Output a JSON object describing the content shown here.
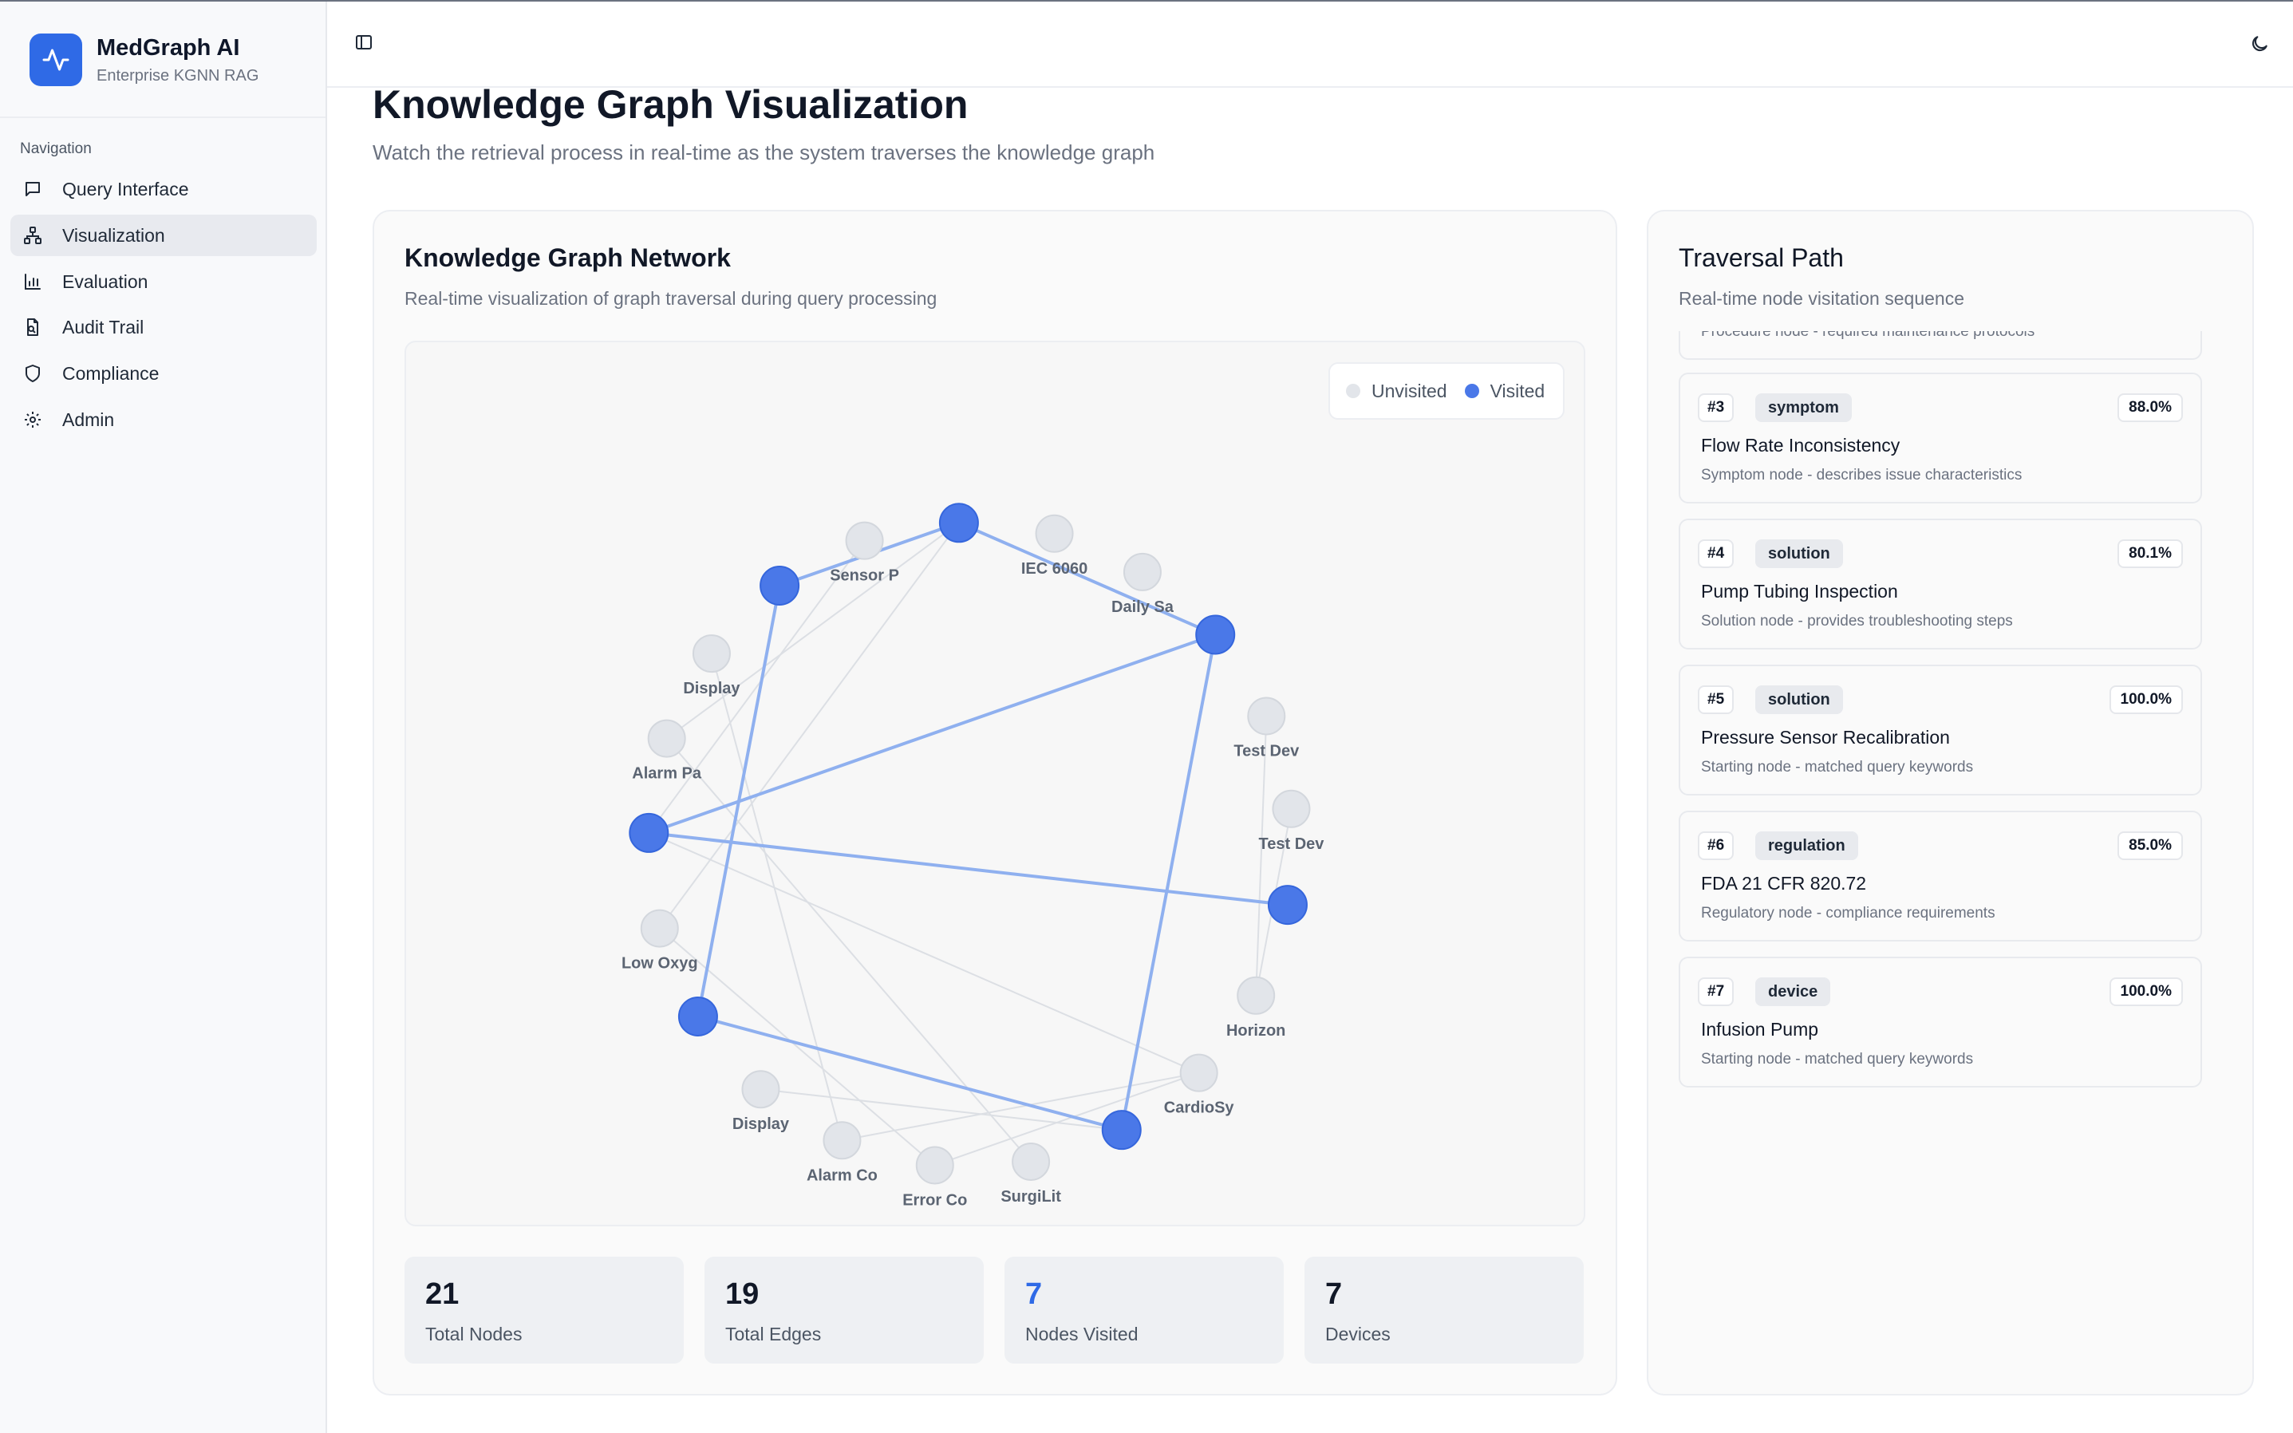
{
  "brand": {
    "title": "MedGraph AI",
    "subtitle": "Enterprise KGNN RAG"
  },
  "sidebar": {
    "section_label": "Navigation",
    "items": [
      {
        "label": "Query Interface",
        "icon": "message-square-icon",
        "active": false
      },
      {
        "label": "Visualization",
        "icon": "network-icon",
        "active": true
      },
      {
        "label": "Evaluation",
        "icon": "bar-chart-icon",
        "active": false
      },
      {
        "label": "Audit Trail",
        "icon": "file-search-icon",
        "active": false
      },
      {
        "label": "Compliance",
        "icon": "shield-icon",
        "active": false
      },
      {
        "label": "Admin",
        "icon": "gear-icon",
        "active": false
      }
    ]
  },
  "page": {
    "title": "Knowledge Graph Visualization",
    "subtitle": "Watch the retrieval process in real-time as the system traverses the knowledge graph"
  },
  "graph_card": {
    "title": "Knowledge Graph Network",
    "subtitle": "Real-time visualization of graph traversal during query processing",
    "legend": {
      "unvisited": "Unvisited",
      "visited": "Visited"
    },
    "colors": {
      "visited": "#4a78e8",
      "unvisited": "#e2e5ea",
      "visited_edge": "#8fb0ef",
      "edge": "#dcdfe4"
    },
    "nodes": [
      {
        "label": "IEC 6060",
        "visited": false
      },
      {
        "label": "Daily Sa",
        "visited": false
      },
      {
        "label": "",
        "visited": true
      },
      {
        "label": "Test Dev",
        "visited": false
      },
      {
        "label": "Test Dev",
        "visited": false
      },
      {
        "label": "",
        "visited": true
      },
      {
        "label": "Horizon",
        "visited": false
      },
      {
        "label": "CardioSy",
        "visited": false
      },
      {
        "label": "",
        "visited": true
      },
      {
        "label": "SurgiLit",
        "visited": false
      },
      {
        "label": "Error Co",
        "visited": false
      },
      {
        "label": "Alarm Co",
        "visited": false
      },
      {
        "label": "Display",
        "visited": false
      },
      {
        "label": "",
        "visited": true
      },
      {
        "label": "Low Oxyg",
        "visited": false
      },
      {
        "label": "",
        "visited": true
      },
      {
        "label": "Alarm Pa",
        "visited": false
      },
      {
        "label": "Display",
        "visited": false
      },
      {
        "label": "",
        "visited": true
      },
      {
        "label": "Sensor P",
        "visited": false
      },
      {
        "label": "",
        "visited": true
      }
    ],
    "visited_edges": [
      [
        20,
        2
      ],
      [
        2,
        8
      ],
      [
        8,
        13
      ],
      [
        13,
        18
      ],
      [
        18,
        20
      ],
      [
        2,
        15
      ],
      [
        15,
        5
      ]
    ],
    "other_edges": [
      [
        20,
        14
      ],
      [
        19,
        15
      ],
      [
        20,
        16
      ],
      [
        3,
        6
      ],
      [
        4,
        6
      ],
      [
        17,
        11
      ],
      [
        16,
        9
      ],
      [
        14,
        10
      ],
      [
        15,
        7
      ],
      [
        12,
        8
      ],
      [
        11,
        7
      ],
      [
        10,
        7
      ]
    ],
    "stats": [
      {
        "value": "21",
        "label": "Total Nodes",
        "highlight": false
      },
      {
        "value": "19",
        "label": "Total Edges",
        "highlight": false
      },
      {
        "value": "7",
        "label": "Nodes Visited",
        "highlight": true
      },
      {
        "value": "7",
        "label": "Devices",
        "highlight": false
      }
    ]
  },
  "path_card": {
    "title": "Traversal Path",
    "subtitle": "Real-time node visitation sequence",
    "partial_desc": "Procedure node - required maintenance protocols",
    "steps": [
      {
        "num": "#3",
        "type": "symptom",
        "score": "88.0%",
        "title": "Flow Rate Inconsistency",
        "desc": "Symptom node - describes issue characteristics"
      },
      {
        "num": "#4",
        "type": "solution",
        "score": "80.1%",
        "title": "Pump Tubing Inspection",
        "desc": "Solution node - provides troubleshooting steps"
      },
      {
        "num": "#5",
        "type": "solution",
        "score": "100.0%",
        "title": "Pressure Sensor Recalibration",
        "desc": "Starting node - matched query keywords"
      },
      {
        "num": "#6",
        "type": "regulation",
        "score": "85.0%",
        "title": "FDA 21 CFR 820.72",
        "desc": "Regulatory node - compliance requirements"
      },
      {
        "num": "#7",
        "type": "device",
        "score": "100.0%",
        "title": "Infusion Pump",
        "desc": "Starting node - matched query keywords"
      }
    ]
  }
}
